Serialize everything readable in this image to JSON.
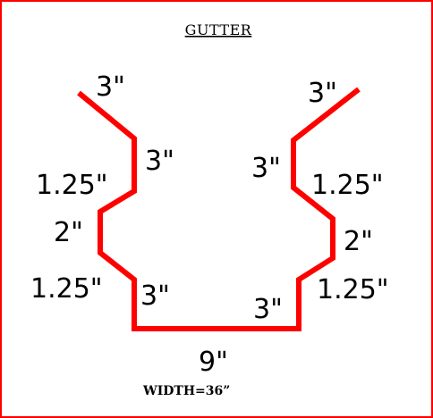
{
  "title": "GUTTER",
  "colors": {
    "border": "#ff0000",
    "profile": "#ff0000",
    "text": "#000000",
    "background": "#ffffff"
  },
  "labels": {
    "left": {
      "top": "3\"",
      "upper_vertical": "3\"",
      "upper_slant": "1.25\"",
      "middle": "2\"",
      "lower_slant": "1.25\"",
      "lower_vertical": "3\""
    },
    "right": {
      "top": "3\"",
      "upper_vertical": "3\"",
      "upper_slant": "1.25\"",
      "middle": "2\"",
      "lower_slant": "1.25\"",
      "lower_vertical": "3\""
    },
    "bottom": "9\""
  },
  "width_note": "WIDTH=36”"
}
